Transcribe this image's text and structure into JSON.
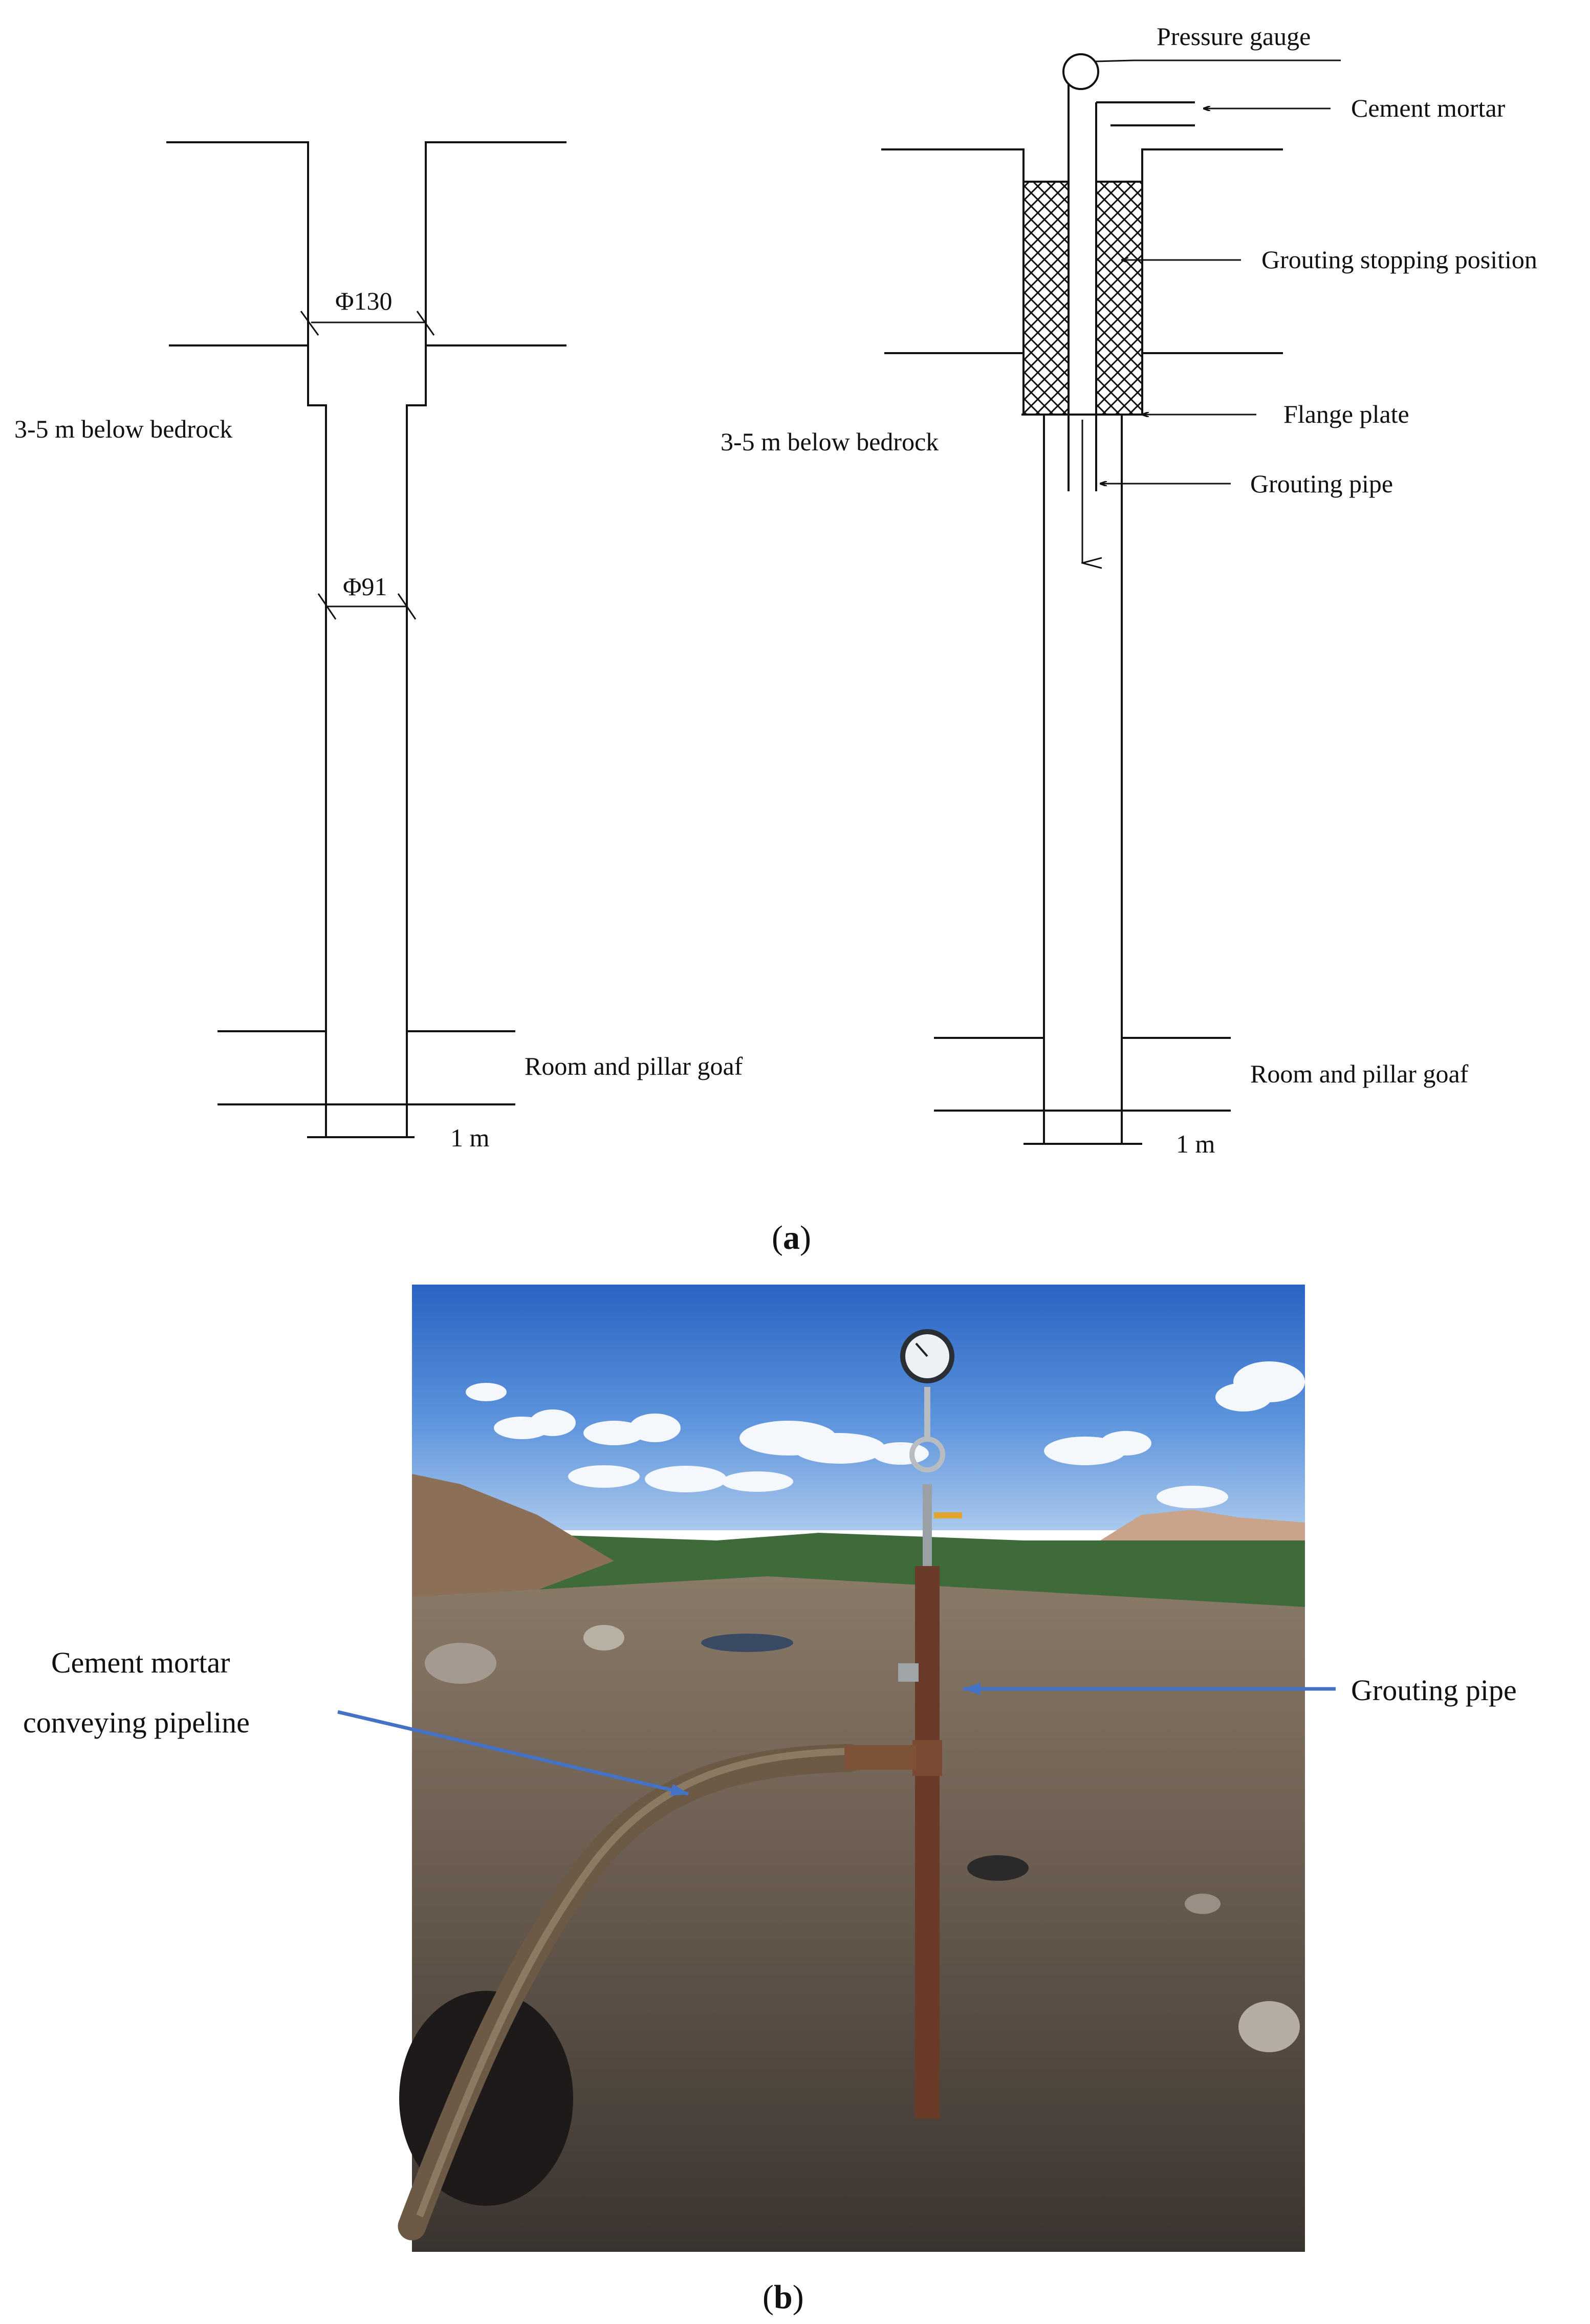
{
  "panel_a": {
    "caption_letter": "a",
    "left": {
      "dim_upper": "Φ130",
      "dim_lower": "Φ91",
      "depth_label": "3-5 m below bedrock",
      "goaf_label": "Room and pillar goaf",
      "bottom_label": "1 m"
    },
    "right": {
      "pressure_gauge_label": "Pressure gauge",
      "cement_mortar_label": "Cement mortar",
      "stopping_label": "Grouting stopping position",
      "flange_label": "Flange plate",
      "grouting_pipe_label": "Grouting pipe",
      "depth_label": "3-5 m below bedrock",
      "goaf_label": "Room and pillar goaf",
      "bottom_label": "1 m"
    }
  },
  "panel_b": {
    "caption_letter": "b",
    "left_label_line1": "Cement mortar",
    "left_label_line2": "conveying pipeline",
    "right_label": "Grouting pipe"
  },
  "colors": {
    "arrow_blue": "#4472c4",
    "line": "#111111"
  }
}
